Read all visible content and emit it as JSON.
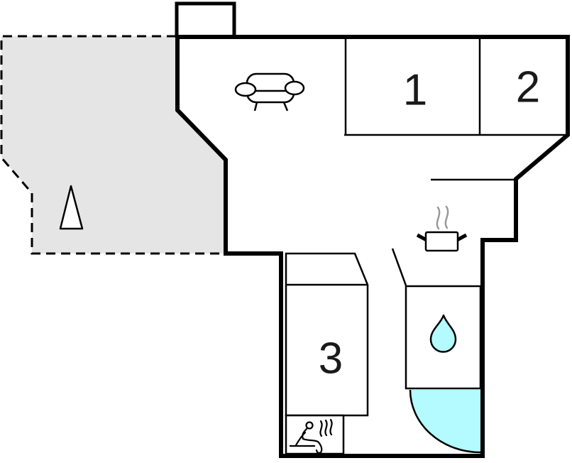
{
  "colors": {
    "background": "#ffffff",
    "wall": "#000000",
    "terrace_fill": "#e5e5e5",
    "water_fill": "#b3fbff",
    "pot_steam": "#999999"
  },
  "rooms": [
    {
      "id": "1",
      "label": "1"
    },
    {
      "id": "2",
      "label": "2"
    },
    {
      "id": "3",
      "label": "3"
    }
  ],
  "icons": {
    "sofa": "sofa-icon",
    "tree": "tree-icon",
    "cooking_pot": "cooking-pot-icon",
    "water_drop": "water-drop-icon",
    "shower": "shower-quarter-icon",
    "sauna": "sauna-person-icon"
  }
}
